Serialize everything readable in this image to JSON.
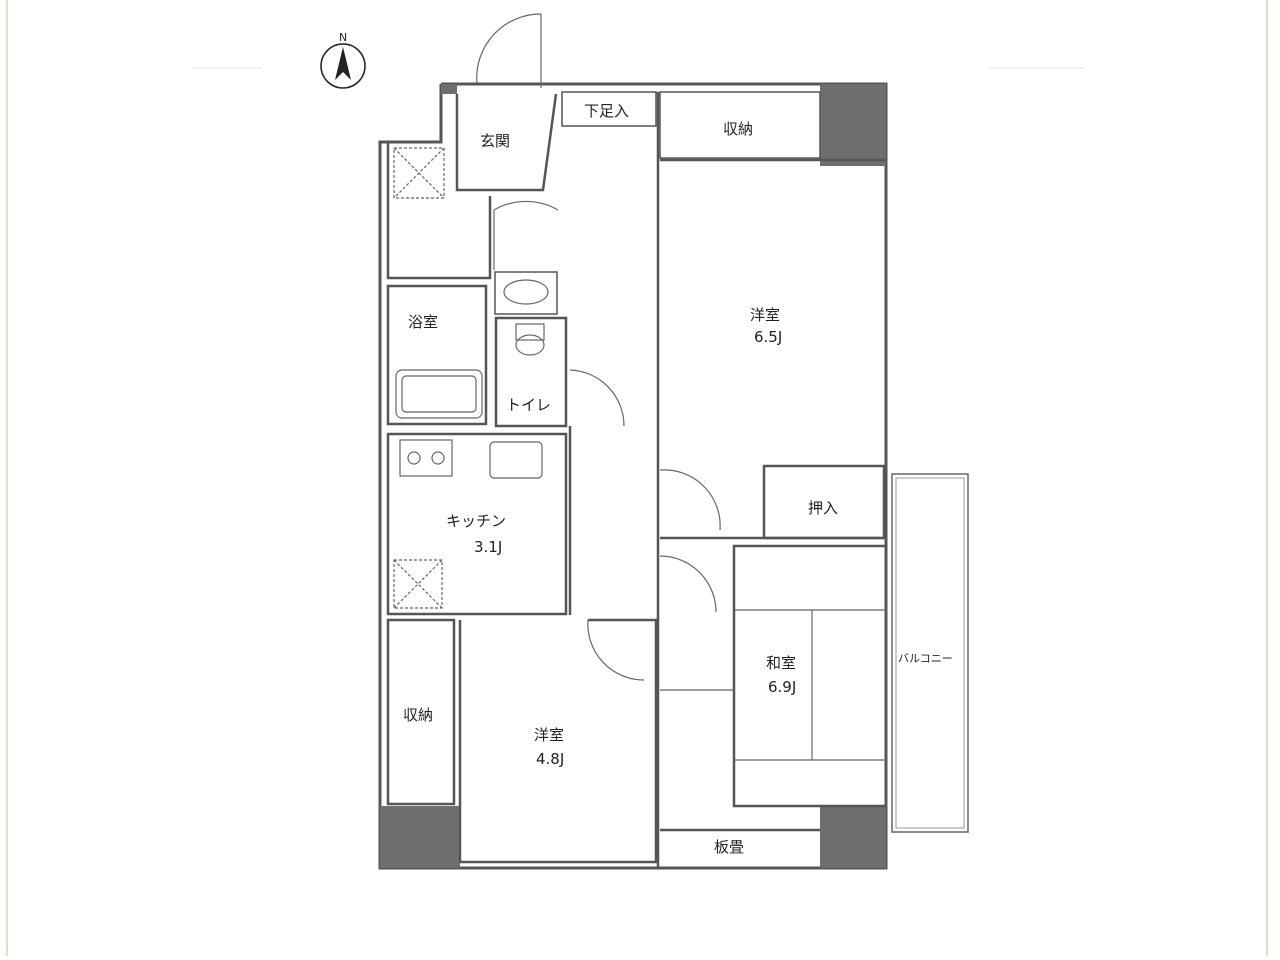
{
  "compass": {
    "label": "N"
  },
  "rooms": {
    "genkan": "玄関",
    "shimo_ashiire": "下足入",
    "storage_top": "収納",
    "yoshitsu_large": {
      "name": "洋室",
      "size": "6.5J"
    },
    "bath": "浴室",
    "toilet": "トイレ",
    "oshiire": "押入",
    "kitchen": {
      "name": "キッチン",
      "size": "3.1J"
    },
    "washitsu": {
      "name": "和室",
      "size": "6.9J"
    },
    "balcony": "バルコニー",
    "storage_left": "収納",
    "yoshitsu_small": {
      "name": "洋室",
      "size": "4.8J"
    },
    "itadatami": "板畳"
  }
}
